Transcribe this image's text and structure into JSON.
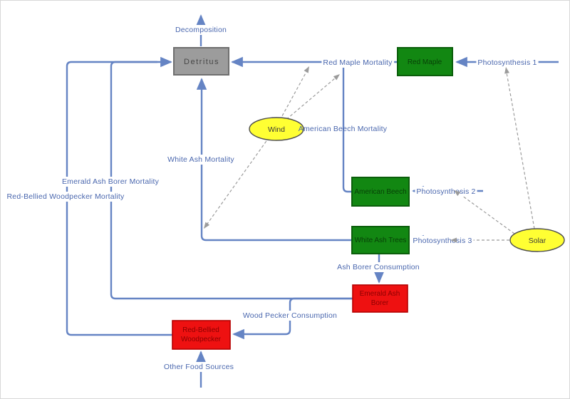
{
  "diagram": {
    "stocks": {
      "detritus": {
        "label": "Detritus",
        "fill": "gray"
      },
      "red_maple": {
        "label": "Red Maple",
        "fill": "green"
      },
      "american_beech": {
        "label": "American Beech",
        "fill": "green"
      },
      "white_ash_trees": {
        "label": "White Ash Trees",
        "fill": "green"
      },
      "emerald_ash_borer": {
        "label": "Emerald Ash Borer",
        "line1": "Emerald Ash",
        "line2": "Borer",
        "fill": "red"
      },
      "red_bellied_woodpecker": {
        "label": "Red-Bellied Woodpecker",
        "line1": "Red-Bellied",
        "line2": "Woodpecker",
        "fill": "red"
      }
    },
    "converters": {
      "wind": {
        "label": "Wind"
      },
      "solar": {
        "label": "Solar"
      }
    },
    "flows": {
      "decomposition": {
        "label": "Decomposition"
      },
      "red_maple_mortality": {
        "label": "Red Maple Mortality"
      },
      "american_beech_mortality": {
        "label": "American Beech Mortality"
      },
      "white_ash_mortality": {
        "label": "White Ash Mortality"
      },
      "emerald_ash_borer_mortality": {
        "label": "Emerald Ash Borer Mortality"
      },
      "red_bellied_woodpecker_mortality": {
        "label": "Red-Bellied Woodpecker Mortality"
      },
      "photosynthesis_1": {
        "label": "Photosynthesis 1"
      },
      "photosynthesis_2": {
        "label": "Photosynthesis 2"
      },
      "photosynthesis_3": {
        "label": "Photosynthesis 3"
      },
      "ash_borer_consumption": {
        "label": "Ash Borer Consumption"
      },
      "wood_pecker_consumption": {
        "label": "Wood Pecker Consumption"
      },
      "other_food_sources": {
        "label": "Other Food Sources"
      }
    },
    "colors": {
      "flow_line": "#6584c4",
      "label_text": "#4a67ae",
      "connector": "#9b9b9b",
      "stock_gray": "#9c9c9c",
      "stock_gray_border": "#6f6f6f",
      "stock_green": "#128712",
      "stock_green_border": "#0b5e0b",
      "stock_red": "#ee1111",
      "stock_red_border": "#b40000",
      "converter_yellow": "#ffff33",
      "converter_border": "#4d4d4d"
    }
  }
}
